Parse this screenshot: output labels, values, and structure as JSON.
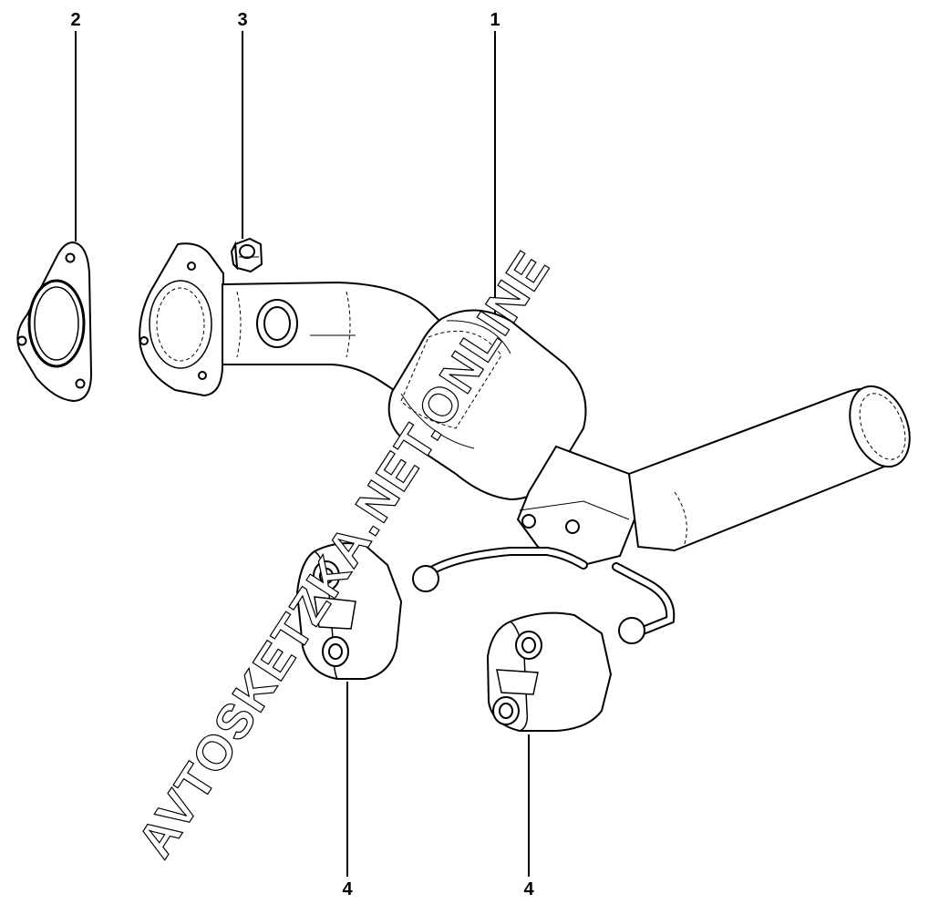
{
  "callouts": {
    "part1": "1",
    "part2": "2",
    "part3": "3",
    "part4_left": "4",
    "part4_right": "4"
  },
  "watermark": {
    "text": "AVTOSKETZKA.NET.ONLINE"
  },
  "colors": {
    "line": "#000000",
    "background": "#ffffff",
    "dash": "#000000"
  }
}
